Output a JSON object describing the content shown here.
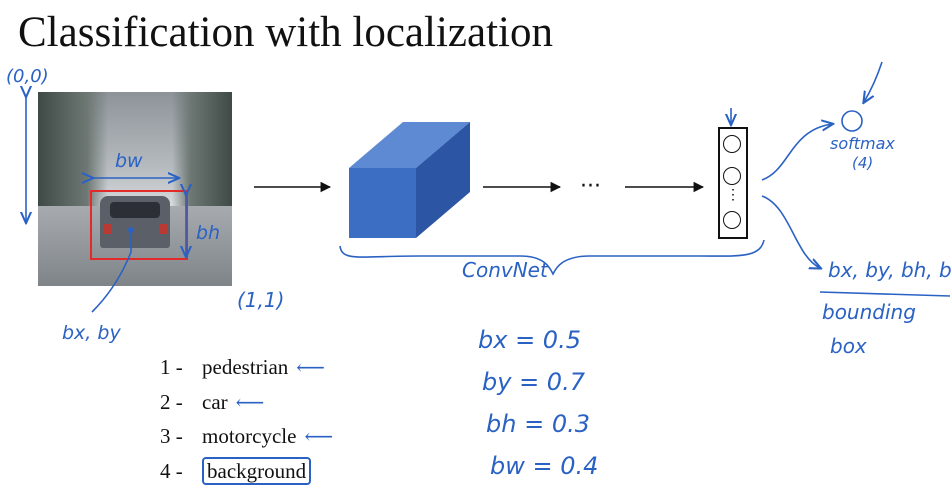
{
  "title": "Classification with localization",
  "photo": {
    "origin_label": "(0,0)",
    "corner_label": "(1,1)",
    "width_label": "bw",
    "height_label": "bh",
    "center_label": "bx, by"
  },
  "network": {
    "ellipsis": "···",
    "convnet_label": "ConvNet",
    "output_ellipsis": "⋮"
  },
  "outputs": {
    "softmax_label": "softmax",
    "softmax_count": "(4)",
    "bbox_outputs": "bx, by, bh, bw",
    "bbox_caption_1": "bounding",
    "bbox_caption_2": "box"
  },
  "classes": [
    {
      "num": "1 -",
      "label": "pedestrian",
      "arrow": "⟵"
    },
    {
      "num": "2 -",
      "label": "car",
      "arrow": "⟵"
    },
    {
      "num": "3 -",
      "label": "motorcycle",
      "arrow": "⟵"
    },
    {
      "num": "4 -",
      "label": "background",
      "arrow": ""
    }
  ],
  "values": [
    "bx = 0.5",
    "by = 0.7",
    "bh = 0.3",
    "bw = 0.4"
  ],
  "colors": {
    "ink": "#2a62c4",
    "box_front": "#3c6fc4",
    "box_top": "#5e8ad3",
    "box_side": "#2c55a3",
    "bbox": "#e32a2a"
  }
}
